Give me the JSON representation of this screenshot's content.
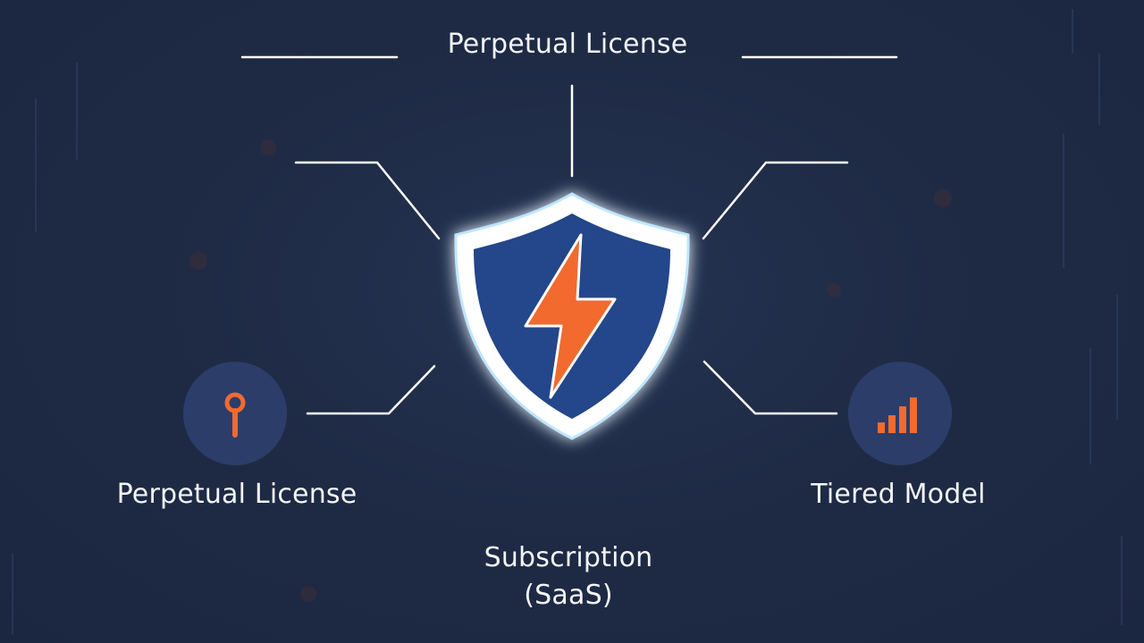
{
  "diagram": {
    "top_label": "Perpetual License",
    "left_label": "Perpetual License",
    "right_label": "Tiered Model",
    "bottom_label_line1": "Subscription",
    "bottom_label_line2": "(SaaS)"
  },
  "icons": {
    "center": "shield-lightning-icon",
    "left": "key-icon",
    "right": "bar-chart-icon"
  },
  "colors": {
    "background": "#1e2a42",
    "accent": "#f26a2e",
    "shield_fill": "#24468a",
    "icon_circle": "#2c3d6a",
    "line": "#ffffff"
  }
}
